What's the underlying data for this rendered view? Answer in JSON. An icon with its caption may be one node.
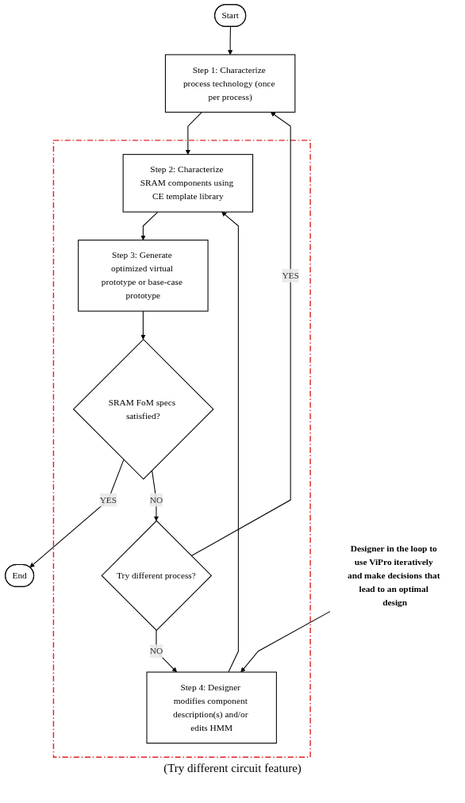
{
  "diagram": {
    "nodes": [
      {
        "text": [
          "Start"
        ]
      },
      {
        "text": [
          "Step 1: Characterize process technology (once per process)"
        ]
      },
      {
        "text": [],
        "shape": "box"
      },
      {
        "text": [
          "Step 2: Characterize SRAM components using CE template library"
        ],
        "in": 2
      },
      {
        "text": [
          "Step 3: Generate optimized virtual prototype or base-case prototype"
        ],
        "in": 2
      },
      {
        "text": [
          "SRAM FoM specs satisfied?"
        ],
        "in": 2
      },
      {
        "text": [
          "End"
        ]
      },
      {
        "text": [
          "Try different process?"
        ],
        "in": 2
      },
      {
        "text": [
          "Step 4: Designer modifies component description(s) and/or edits HMM"
        ],
        "in": 2
      },
      {
        "text": [
          "Designer in the loop to use ViPro iteratively and make decisions that lead to an optimal design"
        ]
      }
    ],
    "edges": [
      {
        "from": 0,
        "to": 1,
        "arrow": "to"
      },
      {
        "from": 1,
        "to": 3,
        "arrow": "to"
      },
      {
        "from": 3,
        "to": 4,
        "arrow": "to"
      },
      {
        "from": 4,
        "to": 5,
        "arrow": "to"
      },
      {
        "from": 5,
        "to": 6,
        "arrow": "to",
        "label": "YES"
      },
      {
        "from": 5,
        "to": 7,
        "arrow": "to",
        "label": "NO"
      },
      {
        "from": 7,
        "to": 1,
        "arrow": "to",
        "label": "YES"
      },
      {
        "from": 7,
        "to": 8,
        "arrow": "to",
        "label": "NO"
      },
      {
        "from": 8,
        "to": 3,
        "arrow": "to"
      },
      {
        "from": 9,
        "to": 8,
        "arrow": "to"
      }
    ],
    "labels": [
      "(Try different circuit feature)"
    ]
  }
}
